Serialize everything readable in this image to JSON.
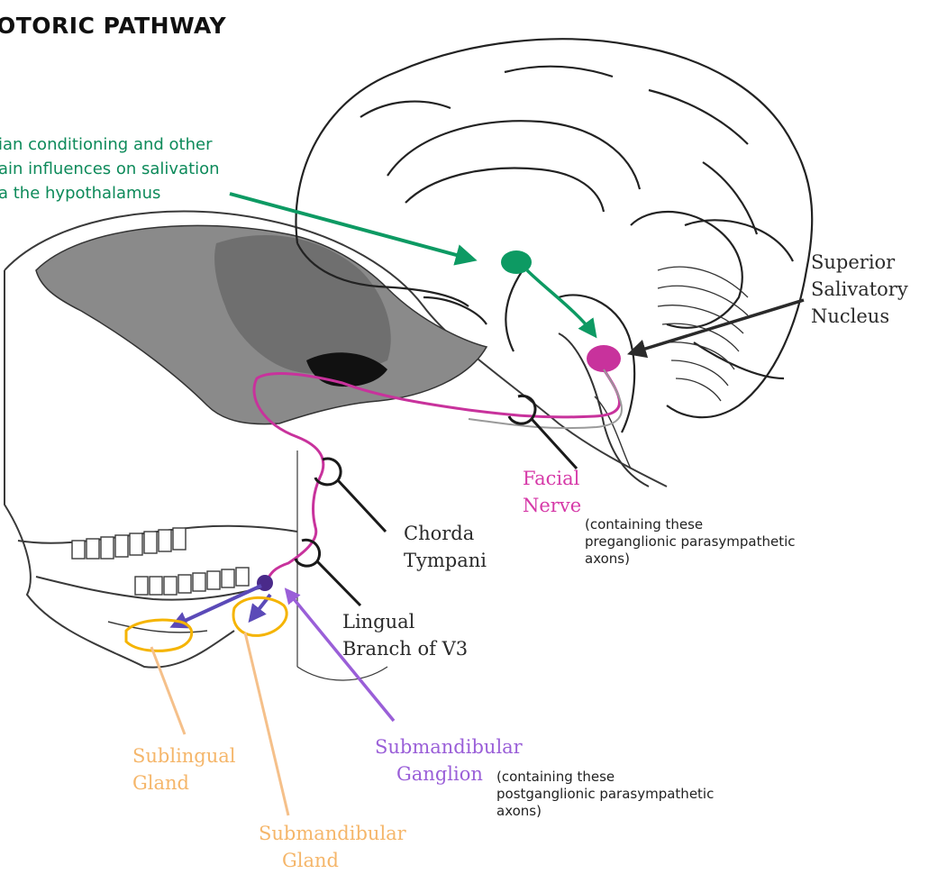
{
  "title": "OTORIC PATHWAY",
  "hypothalamus_note": {
    "line1": "ian conditioning and other",
    "line2": "ain influences on salivation",
    "line3": "a the hypothalamus"
  },
  "labels": {
    "superior_salivatory_nucleus": [
      "Superior",
      "Salivatory",
      "Nucleus"
    ],
    "facial_nerve": [
      "Facial",
      "Nerve"
    ],
    "facial_nerve_note": [
      "(containing these",
      "preganglionic parasympathetic",
      "axons)"
    ],
    "chorda_tympani": [
      "Chorda",
      "Tympani"
    ],
    "lingual_branch": [
      "Lingual",
      "Branch of V3"
    ],
    "submandibular_ganglion": [
      "Submandibular",
      "Ganglion"
    ],
    "submandibular_ganglion_note": [
      "(containing these",
      "postganglionic parasympathetic",
      "axons)"
    ],
    "sublingual_gland": [
      "Sublingual",
      "Gland"
    ],
    "submandibular_gland": [
      "Submandibular",
      "Gland"
    ]
  },
  "colors": {
    "hypothalamus_path": "#0d9a63",
    "preganglionic": "#c8329c",
    "ganglion": "#6a3cb0",
    "gland": "#f5b400",
    "gland_pointer": "#f5c08a",
    "ganglion_pointer": "#9a5fd8"
  }
}
